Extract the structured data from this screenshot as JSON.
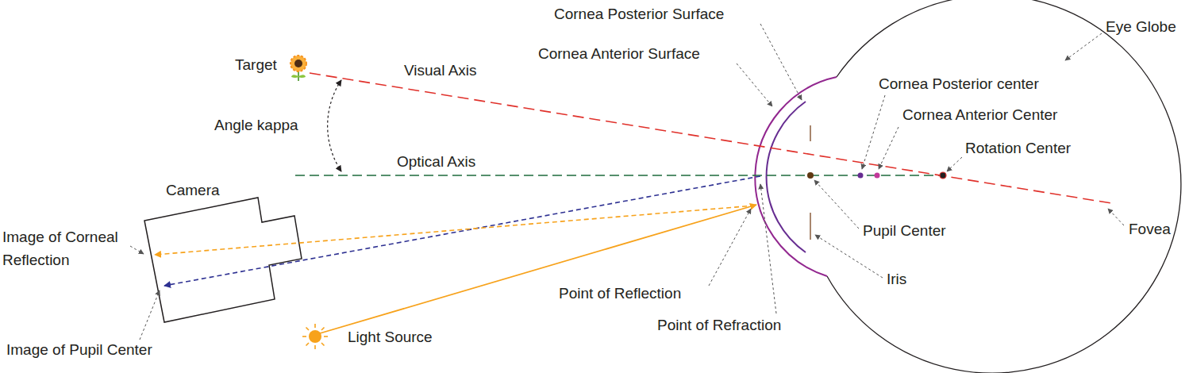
{
  "diagram": {
    "labels": [
      "Target",
      "Visual Axis",
      "Angle kappa",
      "Optical Axis",
      "Camera",
      "Image of Corneal Reflection",
      "Image of Pupil Center",
      "Light Source",
      "Point of Reflection",
      "Point of Refraction",
      "Cornea Posterior Surface",
      "Cornea Anterior Surface",
      "Cornea Posterior center",
      "Cornea Anterior Center",
      "Rotation Center",
      "Pupil Center",
      "Iris",
      "Eye Globe",
      "Fovea"
    ]
  }
}
